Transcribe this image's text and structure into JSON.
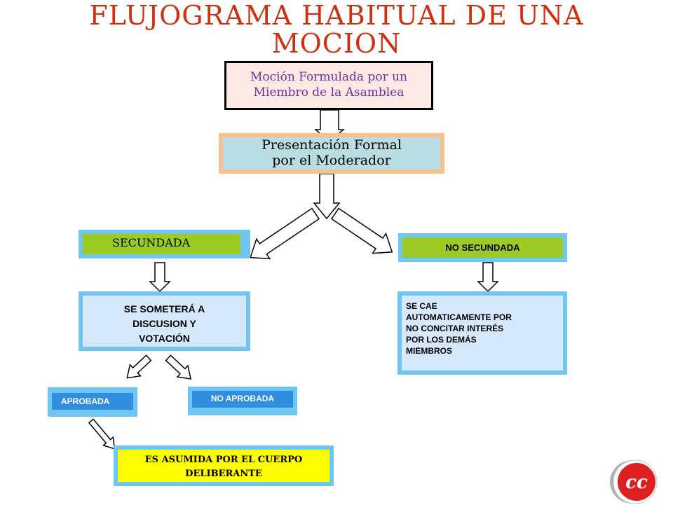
{
  "title": {
    "line1": "FLUJOGRAMA HABITUAL DE UNA",
    "line2": "MOCION"
  },
  "nodes": {
    "mocion": {
      "line1": "Moción Formulada por un",
      "line2": "Miembro de la Asamblea"
    },
    "presentacion": {
      "line1": "Presentación Formal",
      "line2": "por el Moderador"
    },
    "secundada": {
      "label": "SECUNDADA"
    },
    "no_secundada": {
      "label": "NO SECUNDADA"
    },
    "someter": {
      "line1": "SE SOMETERÁ A",
      "line2": "DISCUSION Y",
      "line3": "VOTACIÓN"
    },
    "cae": {
      "line1": "SE CAE",
      "line2": "AUTOMATICAMENTE POR",
      "line3": "NO CONCITAR INTERÉS",
      "line4": "POR LOS DEMÁS",
      "line5": "MIEMBROS"
    },
    "aprobada": {
      "label": "APROBADA"
    },
    "no_aprobada": {
      "label": "NO APROBADA"
    },
    "asumida": {
      "line1": "ES ASUMIDA POR EL CUERPO",
      "line2": "DELIBERANTE"
    }
  },
  "logo": {
    "text": "cc"
  },
  "colors": {
    "title": "#d03010",
    "mocion_text": "#7030a0",
    "green": "#9ccc24",
    "frame_blue": "#6fc6f2",
    "box_blue": "#2f8ee0",
    "yellow": "#ffff00",
    "logo_red": "#e02020"
  }
}
